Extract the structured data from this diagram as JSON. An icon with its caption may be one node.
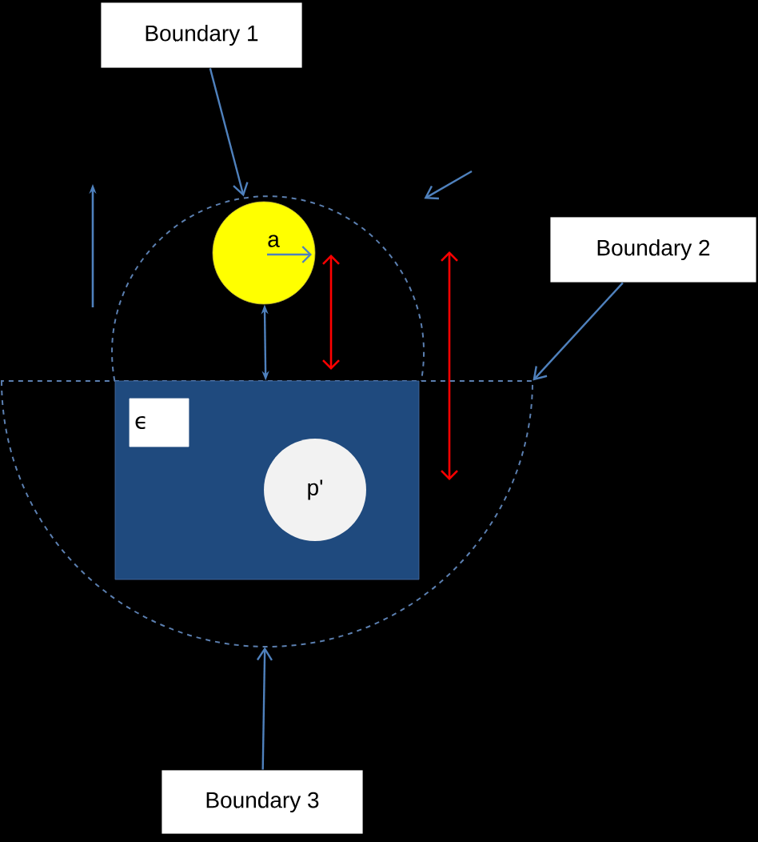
{
  "diagram": {
    "nodes": [
      {
        "text": [
          "Boundary 1"
        ]
      },
      {
        "text": [],
        "shape": "arc"
      },
      {
        "text": [
          "a"
        ],
        "in": 1
      },
      {
        "text": [
          "Boundary 2"
        ]
      },
      {
        "text": [],
        "shape": "semicircle"
      },
      {
        "text": [],
        "shape": "box",
        "in": 4
      },
      {
        "text": [
          "ϵ"
        ],
        "in": 5
      },
      {
        "text": [
          "p'"
        ],
        "in": 5
      },
      {
        "text": [
          "Boundary 3"
        ]
      }
    ],
    "edges": [
      {
        "from": 0,
        "to": 1,
        "arrow": "to"
      },
      {
        "from": null,
        "to": 1,
        "arrow": "to"
      },
      {
        "from": 3,
        "to": 4,
        "arrow": "to"
      },
      {
        "from": 8,
        "to": 4,
        "arrow": "to"
      },
      {
        "from": 2,
        "to": 5,
        "arrow": "both"
      }
    ]
  }
}
